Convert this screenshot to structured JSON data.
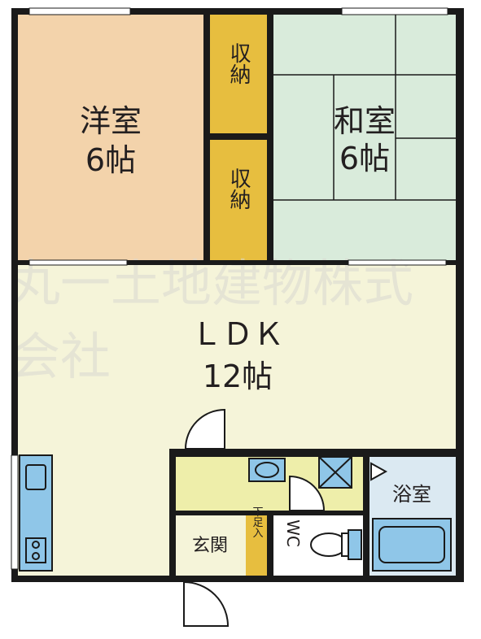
{
  "rooms": {
    "western_room": {
      "name": "洋室",
      "size": "6帖",
      "color": "#f3d3ab"
    },
    "japanese_room": {
      "name": "和室",
      "size": "6帖",
      "color": "#d9ebdb"
    },
    "storage_upper": {
      "label": "収納",
      "color": "#e7be3f"
    },
    "storage_lower": {
      "label": "収納",
      "color": "#e7be3f"
    },
    "ldk": {
      "name": "ＬＤＫ",
      "size": "12帖",
      "color": "#f5f4d9"
    },
    "entrance": {
      "label": "玄関"
    },
    "shoe_box": {
      "label": "下足入",
      "color": "#e7be3f"
    },
    "bath": {
      "label": "浴室",
      "color": "#dbe9f2"
    },
    "wc": {
      "label": "WC"
    },
    "washroom": {
      "color": "#eeeeaa"
    }
  },
  "watermark": {
    "line1": "丸一土地建物株式",
    "line2": "会社"
  },
  "colors": {
    "wall": "#1a1a1a",
    "blue_fixture": "#8fc6e8",
    "window": "#ffffff"
  }
}
